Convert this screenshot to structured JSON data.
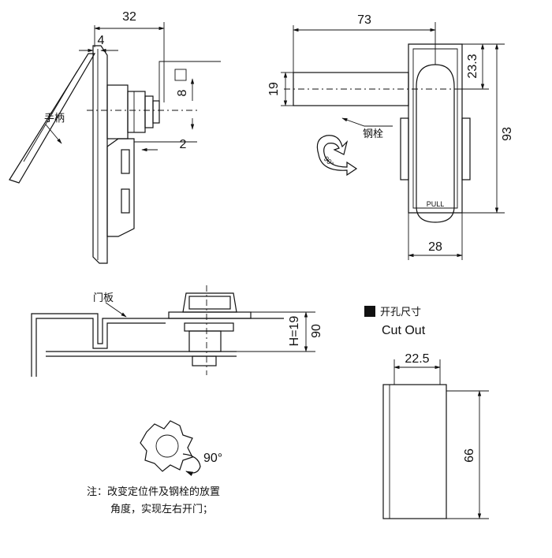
{
  "top_left_view": {
    "dim_width": "32",
    "dim_thickness": "4",
    "dim_height": "8",
    "dim_gap": "2",
    "label_handle": "手柄"
  },
  "top_right_view": {
    "dim_length": "73",
    "dim_shaft": "19",
    "dim_offset": "23.3",
    "dim_height": "93",
    "dim_width": "28",
    "label_bolt": "钢栓",
    "handle_text": "PULL",
    "rotate_text": "90°"
  },
  "bottom_left_view": {
    "label_door": "门板",
    "dim_h": "H=19",
    "dim_90": "90",
    "rotate_text": "90°"
  },
  "cutout": {
    "title_cn": "开孔尺寸",
    "title_en": "Cut Out",
    "dim_width": "22.5",
    "dim_height": "66"
  },
  "note": {
    "line1": "注：改变定位件及钢栓的放置",
    "line2": "角度，实现左右开门；"
  }
}
